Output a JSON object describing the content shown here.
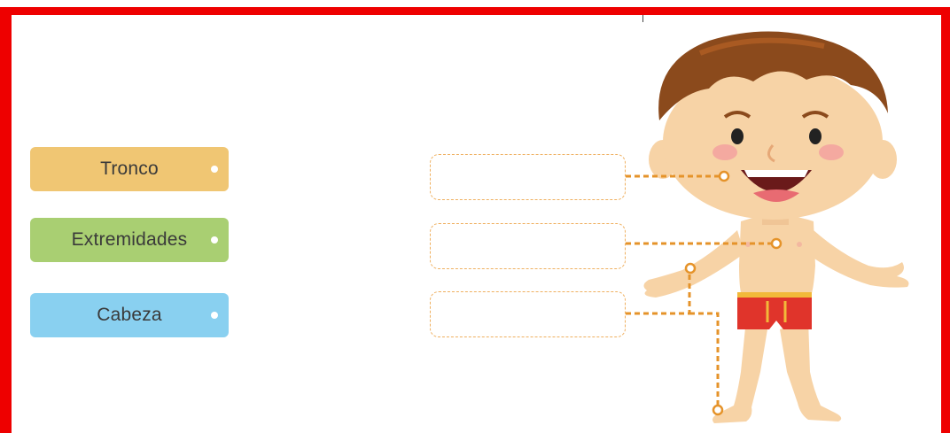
{
  "labels": [
    {
      "text": "Tronco"
    },
    {
      "text": "Extremidades"
    },
    {
      "text": "Cabeza"
    }
  ],
  "colors": {
    "border": "#ee0000",
    "tronco": "#f0c673",
    "extremidades": "#a9cf72",
    "cabeza": "#89d0f0",
    "connector": "#e5932a"
  }
}
